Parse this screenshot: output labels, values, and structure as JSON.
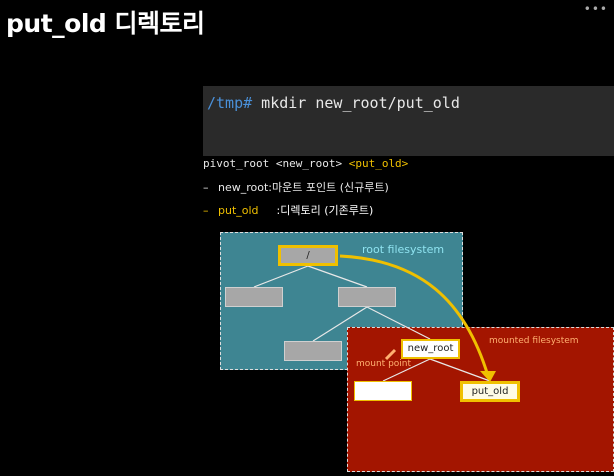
{
  "title": "put_old 디렉토리",
  "more_icon": "•••",
  "terminal": {
    "prompt": "/tmp#",
    "command": " mkdir new_root/put_old"
  },
  "command_line": {
    "cmd": "pivot_root <new_root>",
    "arg2": "<put_old>"
  },
  "definitions": [
    {
      "bullet": "–",
      "term": "new_root",
      "desc": ":마운트 포인트 (신규루트)"
    },
    {
      "bullet": "–",
      "term": "put_old",
      "desc": ":디렉토리 (기존루트)"
    }
  ],
  "diagram": {
    "root_fs_label": "root filesystem",
    "mounted_fs_label": "mounted filesystem",
    "mount_point_label": "mount point",
    "root_node": "/",
    "new_root_node": "new_root",
    "put_old_node": "put_old"
  }
}
